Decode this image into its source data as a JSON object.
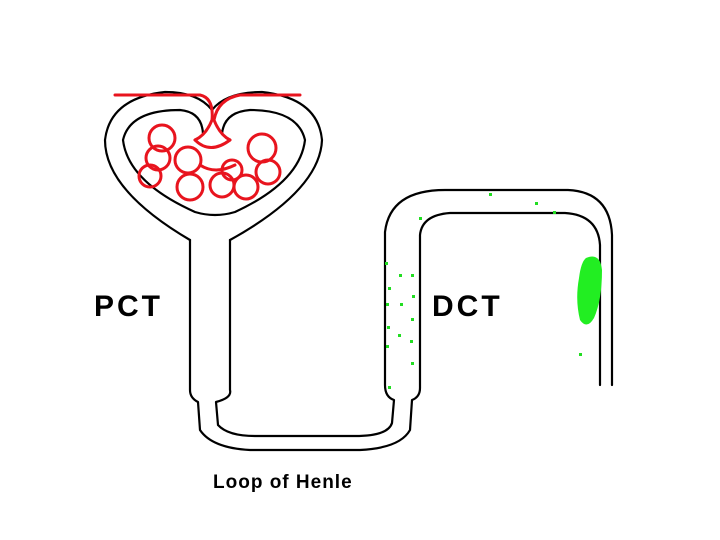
{
  "labels": {
    "pct": "PCT",
    "dct": "DCT",
    "loop": "Loop of Henle"
  },
  "colors": {
    "outline": "#000000",
    "glomerulus": "#e8141e",
    "filtrate_dots": "#22dd22",
    "reabsorbed_blob": "#22ee22"
  }
}
